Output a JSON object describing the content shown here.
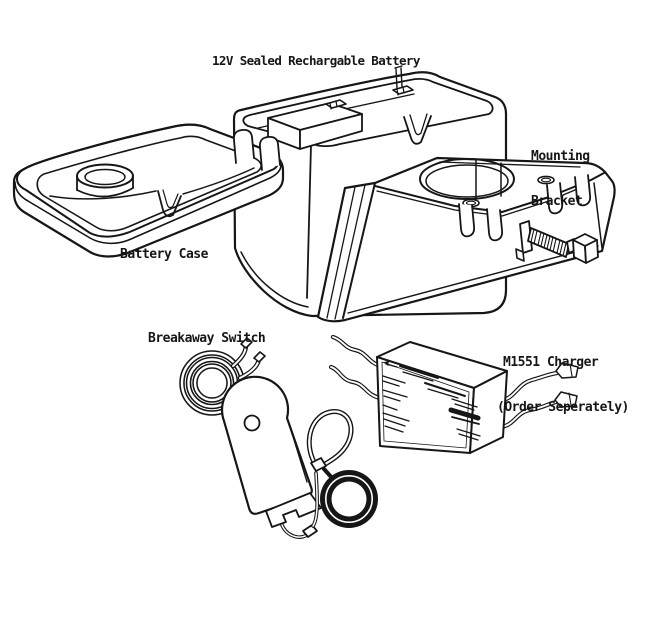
{
  "diagram": {
    "background": "#ffffff",
    "ink": "#161616",
    "labels": {
      "battery": "12V Sealed Rechargable Battery",
      "mounting_bracket": [
        "Mounting",
        "Bracket"
      ],
      "battery_case": "Battery Case",
      "breakaway_switch": "Breakaway Switch",
      "charger": [
        "M1551 Charger",
        "(Order Seperately)"
      ]
    },
    "parts": [
      {
        "id": "battery",
        "label": "12V Sealed Rechargable Battery"
      },
      {
        "id": "battery-case",
        "label": "Battery Case"
      },
      {
        "id": "mounting-bracket",
        "label": "Mounting Bracket"
      },
      {
        "id": "breakaway-switch",
        "label": "Breakaway Switch"
      },
      {
        "id": "charger",
        "label": "M1551 Charger (Order Seperately)"
      }
    ]
  }
}
